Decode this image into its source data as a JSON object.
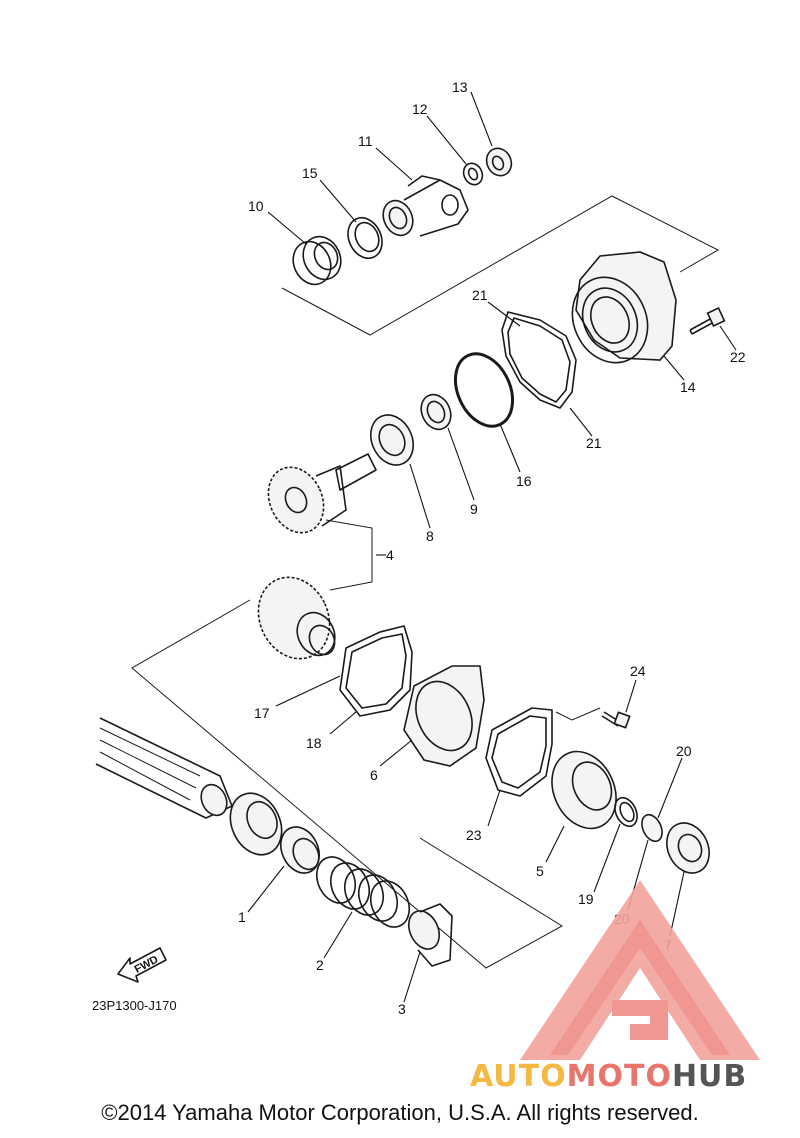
{
  "diagram": {
    "callouts": [
      {
        "id": "13",
        "label": "13"
      },
      {
        "id": "12",
        "label": "12"
      },
      {
        "id": "11",
        "label": "11"
      },
      {
        "id": "15",
        "label": "15"
      },
      {
        "id": "10",
        "label": "10"
      },
      {
        "id": "21a",
        "label": "21"
      },
      {
        "id": "22",
        "label": "22"
      },
      {
        "id": "14",
        "label": "14"
      },
      {
        "id": "21b",
        "label": "21"
      },
      {
        "id": "16",
        "label": "16"
      },
      {
        "id": "9",
        "label": "9"
      },
      {
        "id": "8",
        "label": "8"
      },
      {
        "id": "4",
        "label": "4"
      },
      {
        "id": "24",
        "label": "24"
      },
      {
        "id": "17",
        "label": "17"
      },
      {
        "id": "18",
        "label": "18"
      },
      {
        "id": "6",
        "label": "6"
      },
      {
        "id": "20a",
        "label": "20"
      },
      {
        "id": "23",
        "label": "23"
      },
      {
        "id": "5",
        "label": "5"
      },
      {
        "id": "19",
        "label": "19"
      },
      {
        "id": "20b",
        "label": "20"
      },
      {
        "id": "7",
        "label": "7"
      },
      {
        "id": "1",
        "label": "1"
      },
      {
        "id": "2",
        "label": "2"
      },
      {
        "id": "3",
        "label": "3"
      }
    ],
    "fwd_label": "FWD",
    "diagram_code": "23P1300-J170"
  },
  "watermark": {
    "part1": "AUTO",
    "part2": "MOTO",
    "part3": "HUB",
    "colors": {
      "auto": "#f5b942",
      "moto": "#e9746b",
      "hub": "#555555"
    }
  },
  "footer": {
    "copyright": "©2014 Yamaha Motor Corporation, U.S.A. All rights reserved."
  }
}
